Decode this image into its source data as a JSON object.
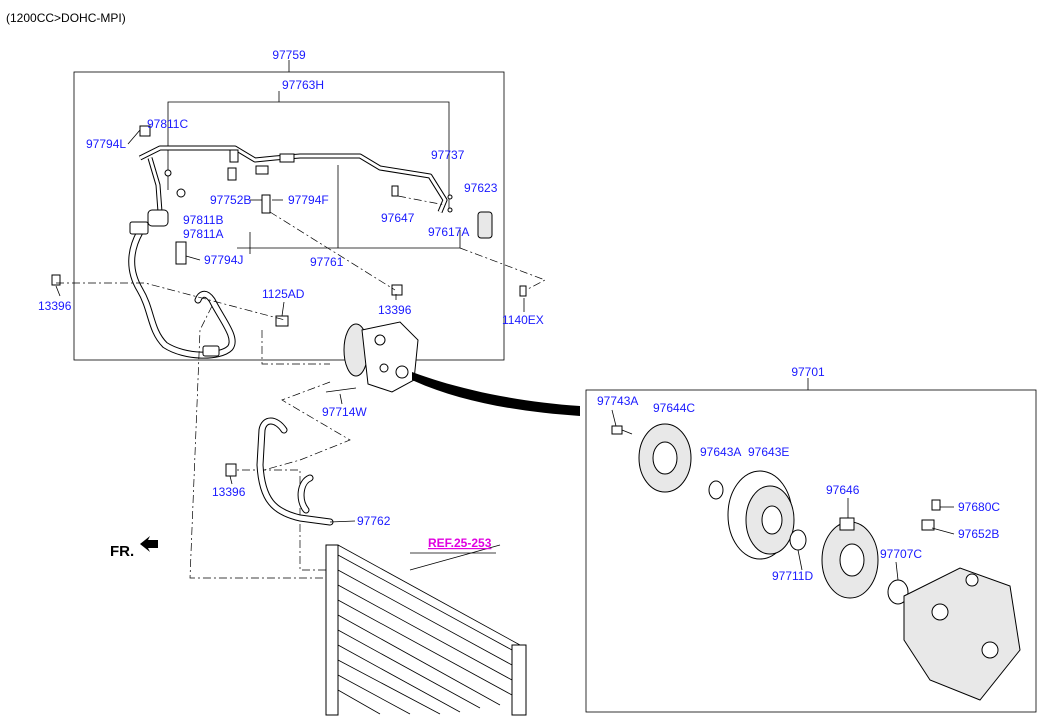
{
  "header": {
    "engine": "(1200CC>DOHC-MPI)"
  },
  "labels": {
    "p97759": "97759",
    "p97763H": "97763H",
    "p97811C": "97811C",
    "p97794L": "97794L",
    "p97737": "97737",
    "p97623": "97623",
    "p97752B": "97752B",
    "p97794F": "97794F",
    "p97647": "97647",
    "p97811B": "97811B",
    "p97811A": "97811A",
    "p97617A": "97617A",
    "p97794J": "97794J",
    "p97761": "97761",
    "p13396a": "13396",
    "p1125AD": "1125AD",
    "p13396b": "13396",
    "p1140EX": "1140EX",
    "p97714W": "97714W",
    "p13396c": "13396",
    "p97762": "97762",
    "p97701": "97701",
    "p97743A": "97743A",
    "p97644C": "97644C",
    "p97643A": "97643A",
    "p97643E": "97643E",
    "p97646": "97646",
    "p97680C": "97680C",
    "p97652B": "97652B",
    "p97707C": "97707C",
    "p97711D": "97711D"
  },
  "front_marker": "FR.",
  "reference": "REF.25-253",
  "colors": {
    "label": "#1a1aff",
    "reference": "#e000e0",
    "line": "#000000"
  }
}
